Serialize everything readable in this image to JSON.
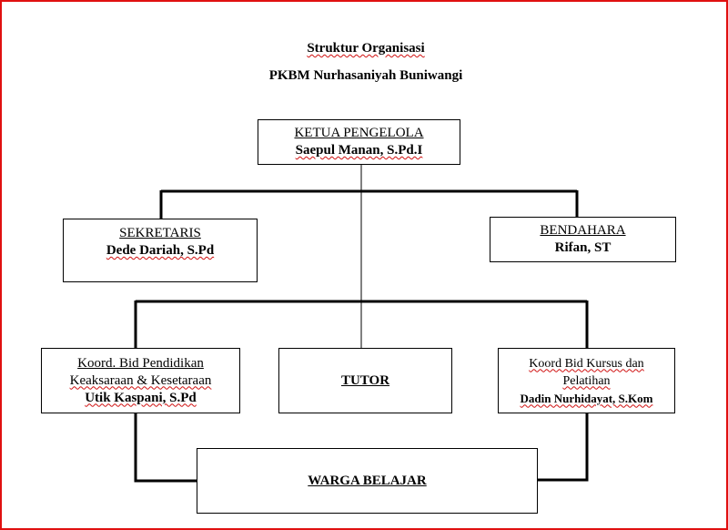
{
  "header": {
    "title": "Struktur Organisasi",
    "subtitle": "PKBM Nurhasaniyah Buniwangi"
  },
  "nodes": {
    "ketua": {
      "role": "KETUA PENGELOLA",
      "name": "Saepul Manan, S.Pd.I"
    },
    "sekretaris": {
      "role": "SEKRETARIS",
      "name": "Dede Dariah, S.Pd"
    },
    "bendahara": {
      "role": "BENDAHARA",
      "name": "Rifan, ST"
    },
    "koord_pendidikan": {
      "role_line1": "Koord. Bid Pendidikan",
      "role_line2": "Keaksaraan & Kesetaraan",
      "name": "Utik Kaspani, S.Pd"
    },
    "tutor": {
      "label": "TUTOR"
    },
    "koord_kursus": {
      "role_line1": "Koord Bid Kursus dan",
      "role_line2": "Pelatihan",
      "name": "Dadin Nurhidayat, S.Kom"
    },
    "warga": {
      "label": "WARGA BELAJAR"
    }
  },
  "colors": {
    "line": "#000000",
    "frame": "#e01010",
    "spellcheck": "#d01010"
  }
}
